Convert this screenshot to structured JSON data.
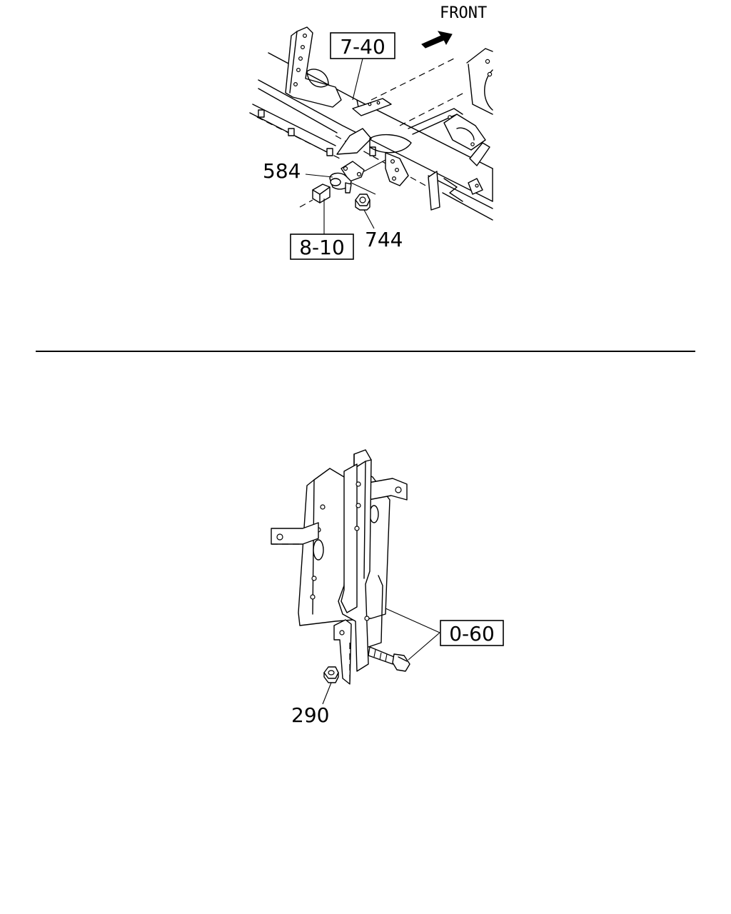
{
  "direction_label": "FRONT",
  "top_view": {
    "ref_labels": [
      "7-40",
      "8-10"
    ],
    "part_numbers": [
      "584",
      "744"
    ]
  },
  "bottom_view": {
    "ref_labels": [
      "0-60"
    ],
    "part_numbers": [
      "290"
    ]
  },
  "colors": {
    "line": "#000000",
    "background": "#ffffff"
  }
}
